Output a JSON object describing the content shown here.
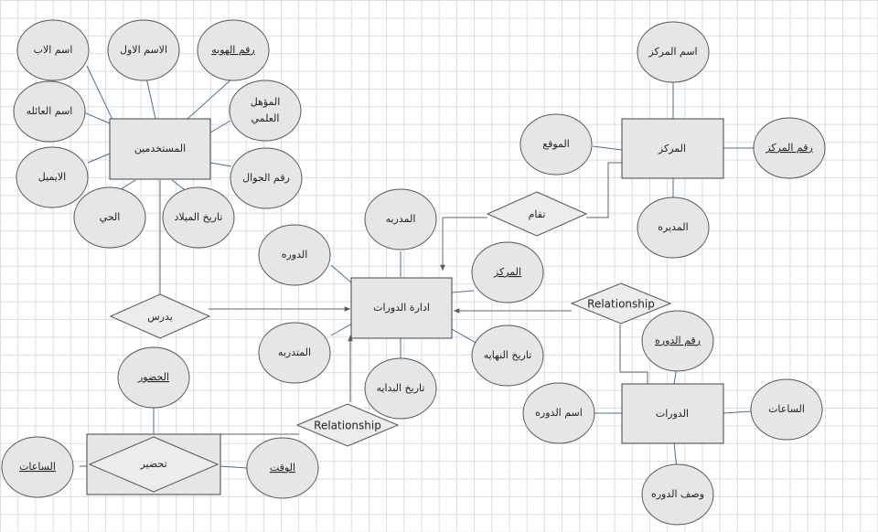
{
  "entities": {
    "users": "المستخدمين",
    "course_management": "ادارة الدورات",
    "center": "المركز",
    "courses": "الدورات"
  },
  "weak_entity": {
    "attendance": "تحضير"
  },
  "attributes": {
    "father_name": "اسم الاب",
    "first_name": "الاسم الاول",
    "id_number": "رقم الهويه",
    "family_name": "اسم العائله",
    "qualification_1": "المؤهل",
    "qualification_2": "العلمي",
    "email": "الايميل",
    "mobile": "رقم الجوال",
    "district": "الحي",
    "birth_date": "تاريخ الميلاد",
    "center_name": "اسم المركز",
    "location": "الموقع",
    "center_number": "رقم المركز",
    "center_manager": "المديره",
    "trainer": "المدربه",
    "course": "الدوره",
    "mgmt_center": "المركز",
    "trainee": "المتدربه",
    "end_date": "تاريخ النهايه",
    "start_date": "تاريخ البدايه",
    "course_number": "رقم الدوره",
    "course_name": "اسم الدوره",
    "course_hours": "الساعات",
    "course_description": "وصف الدوره",
    "presence": "الحضور",
    "attendance_hours": "الساعات",
    "time": "الوقت"
  },
  "relationships": {
    "teaches": "يدرس",
    "belongs_to": "تقام",
    "rel_courses": "Relationship",
    "rel_attendance": "Relationship"
  },
  "colors": {
    "entity_fill": "#e6e6e6",
    "attribute_fill": "#e6e6e6",
    "connector": "#4f6d8a",
    "flow_line": "#666666",
    "grid": "#d9dde3"
  }
}
